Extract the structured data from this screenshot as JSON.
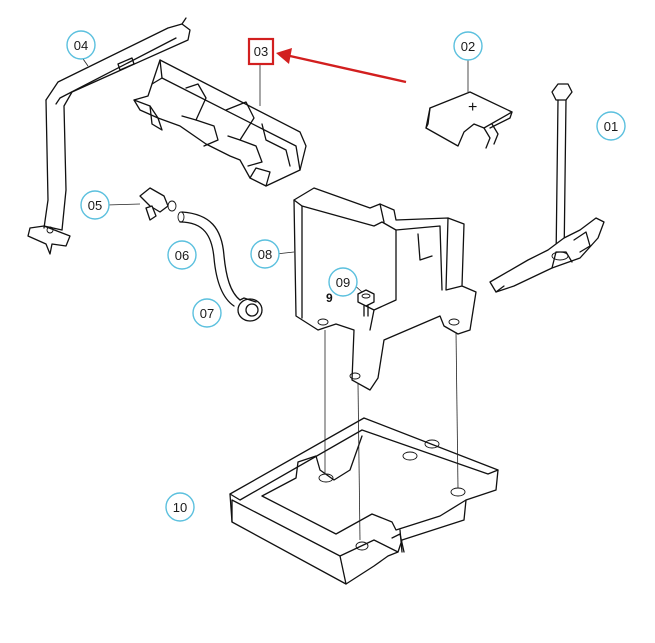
{
  "diagram": {
    "accent_color": "#5bc0de",
    "highlight_color": "#d21f1f",
    "highlighted_part": "03",
    "parts": [
      {
        "id": "p01",
        "label": "01"
      },
      {
        "id": "p02",
        "label": "02"
      },
      {
        "id": "p03",
        "label": "03"
      },
      {
        "id": "p04",
        "label": "04"
      },
      {
        "id": "p05",
        "label": "05"
      },
      {
        "id": "p06",
        "label": "06"
      },
      {
        "id": "p07",
        "label": "07"
      },
      {
        "id": "p08",
        "label": "08"
      },
      {
        "id": "p09",
        "label": "09"
      },
      {
        "id": "p10",
        "label": "10"
      }
    ],
    "inline_marks": {
      "plus_sign": "+",
      "nine_mark": "9"
    }
  }
}
